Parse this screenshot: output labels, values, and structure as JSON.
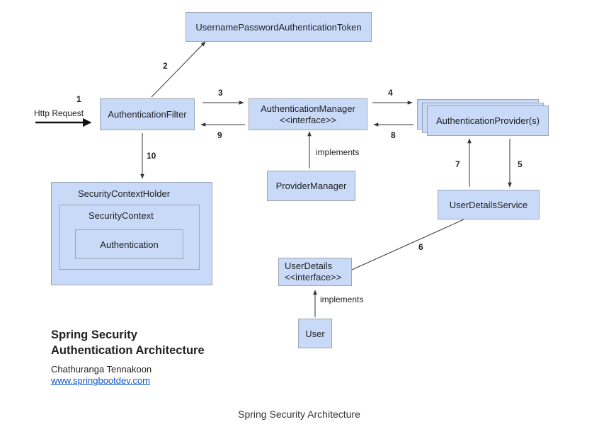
{
  "boxes": {
    "token": "UsernamePasswordAuthenticationToken",
    "filter": "AuthenticationFilter",
    "manager_line1": "AuthenticationManager",
    "manager_line2": "<<interface>>",
    "provider": "AuthenticationProvider(s)",
    "provider_manager": "ProviderManager",
    "user_details_service": "UserDetailsService",
    "context_holder": "SecurityContextHolder",
    "context": "SecurityContext",
    "authentication": "Authentication",
    "user_details_line1": "UserDetails",
    "user_details_line2": "<<interface>>",
    "user": "User"
  },
  "labels": {
    "http_request": "Http Request",
    "implements_top": "implements",
    "implements_bottom": "implements"
  },
  "steps": [
    "1",
    "2",
    "3",
    "4",
    "5",
    "6",
    "7",
    "8",
    "9",
    "10"
  ],
  "title_line1": "Spring Security",
  "title_line2": "Authentication Architecture",
  "author": "Chathuranga Tennakoon",
  "website": "www.springbootdev.com",
  "caption": "Spring Security Architecture"
}
